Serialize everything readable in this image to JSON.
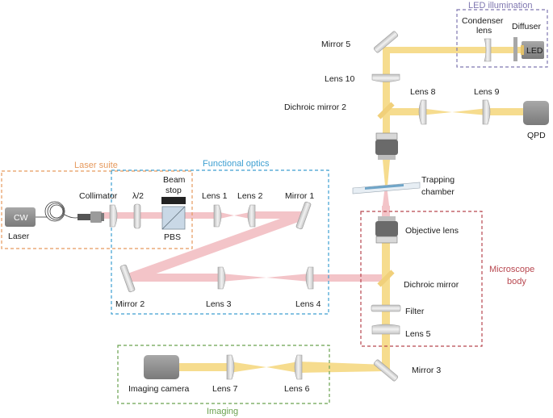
{
  "groups": {
    "led": {
      "title": "LED illumination",
      "color": "#7f77b0"
    },
    "laser": {
      "title": "Laser suite",
      "color": "#e69a5e"
    },
    "functional": {
      "title": "Functional optics",
      "color": "#3d9fd1"
    },
    "microscope": {
      "title_line1": "Microscope",
      "title_line2": "body",
      "color": "#b8474f"
    },
    "imaging": {
      "title": "Imaging",
      "color": "#6aa24f"
    }
  },
  "labels": {
    "mirror5": "Mirror 5",
    "lens10": "Lens 10",
    "dichroic2": "Dichroic mirror 2",
    "lens8": "Lens 8",
    "lens9": "Lens 9",
    "qpd": "QPD",
    "condenser_line1": "Condenser",
    "condenser_line2": "lens",
    "diffuser": "Diffuser",
    "led": "LED",
    "trapping_line1": "Trapping",
    "trapping_line2": "chamber",
    "objective": "Objective lens",
    "dichroic": "Dichroic mirror",
    "filter": "Filter",
    "lens5": "Lens 5",
    "mirror3": "Mirror 3",
    "lens6": "Lens 6",
    "lens7": "Lens 7",
    "camera": "Imaging camera",
    "cw": "CW",
    "laser": "Laser",
    "collimator": "Collimator",
    "halfwave": "λ/2",
    "beamstop_line1": "Beam",
    "beamstop_line2": "stop",
    "pbs": "PBS",
    "lens1": "Lens 1",
    "lens2": "Lens 2",
    "mirror1": "Mirror 1",
    "mirror2": "Mirror 2",
    "lens3": "Lens 3",
    "lens4": "Lens 4"
  },
  "colors": {
    "laser_beam": "#f3c4c8",
    "led_beam": "#f6dc8e",
    "optic": "#d6d6d6",
    "dichroic": "#f1d07a",
    "device": "#8f8f8f"
  }
}
